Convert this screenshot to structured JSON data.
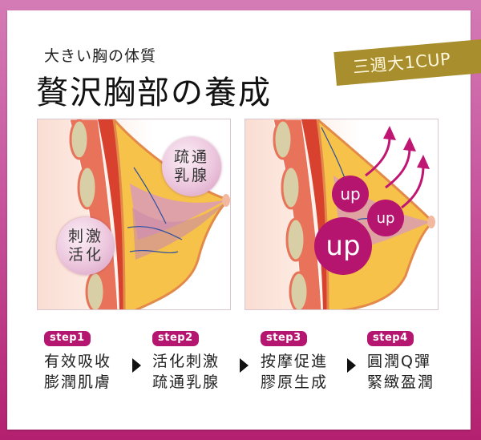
{
  "header": {
    "subtitle": "大きい胸の体質",
    "title": "贅沢胸部の養成",
    "ribbon": "三週大1CUP"
  },
  "illustrations": {
    "left": {
      "bubbles": [
        {
          "line1": "疏通",
          "line2": "乳腺"
        },
        {
          "line1": "刺激",
          "line2": "活化"
        }
      ]
    },
    "right": {
      "up_labels": [
        "up",
        "up",
        "up"
      ],
      "arrow_count": 3
    }
  },
  "steps": [
    {
      "badge": "step1",
      "line1": "有效吸收",
      "line2": "膨潤肌膚"
    },
    {
      "badge": "step2",
      "line1": "活化刺激",
      "line2": "疏通乳腺"
    },
    {
      "badge": "step3",
      "line1": "按摩促進",
      "line2": "膠原生成"
    },
    {
      "badge": "step4",
      "line1": "圓潤Q彈",
      "line2": "緊緻盈潤"
    }
  ],
  "colors": {
    "frame_top": "#d47bb5",
    "frame_bottom": "#b3206f",
    "accent_magenta": "#b5166f",
    "ribbon_gold": "#a88e2c"
  }
}
